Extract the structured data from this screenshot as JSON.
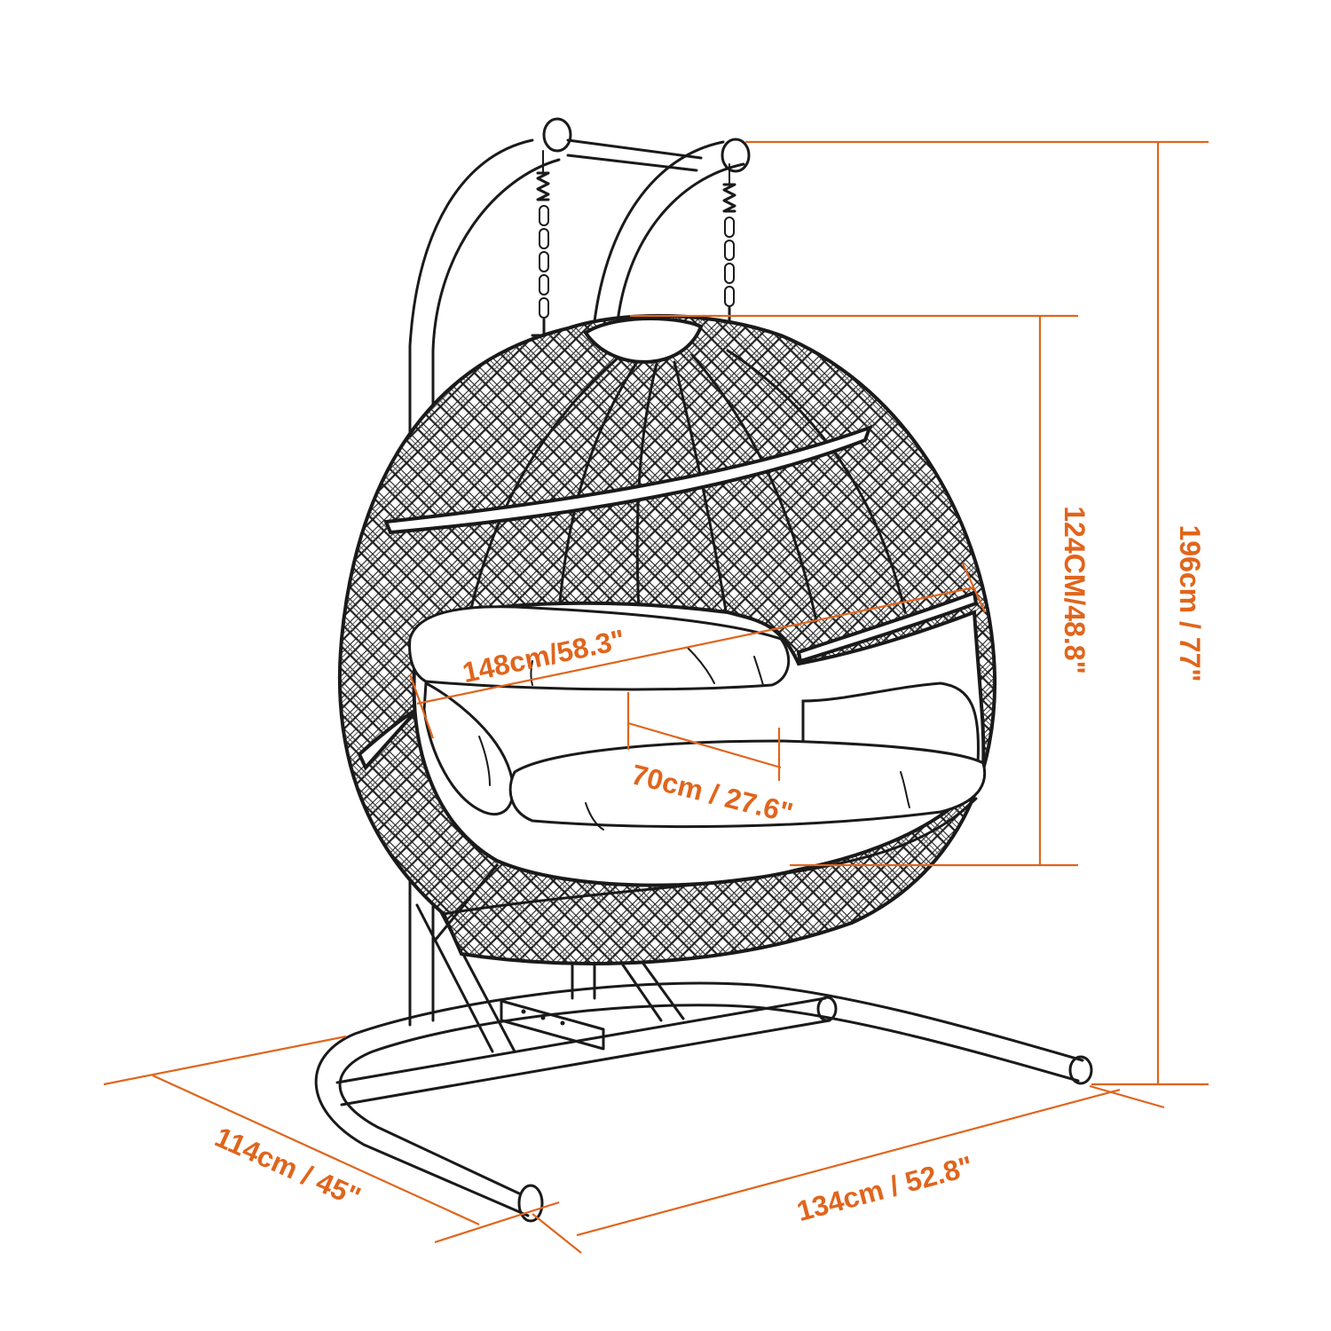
{
  "colors": {
    "dimension": "#e0651c",
    "outline": "#1a1a1a",
    "weave": "#222222",
    "background": "#ffffff",
    "cushion": "#ffffff"
  },
  "dimensions": {
    "total_height": "196cm / 77\"",
    "basket_height": "124CM/48.8\"",
    "basket_width": "148cm/58.3\"",
    "seat_depth": "70cm / 27.6\"",
    "base_depth": "114cm / 45\"",
    "base_width": "134cm / 52.8\""
  }
}
